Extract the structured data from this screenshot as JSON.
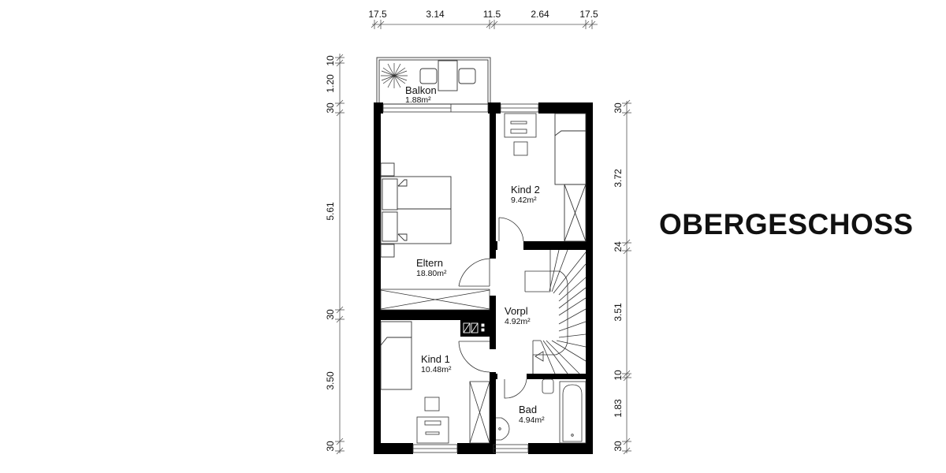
{
  "title": "OBERGESCHOSS",
  "dimensions": {
    "top": [
      "17.5",
      "3.14",
      "11.5",
      "2.64",
      "17.5"
    ],
    "left": [
      "10",
      "1.20",
      "30",
      "5.61",
      "30",
      "3.50",
      "30"
    ],
    "right": [
      "30",
      "3.72",
      "24",
      "3.51",
      "10",
      "1.83",
      "30"
    ]
  },
  "rooms": {
    "balkon": {
      "name": "Balkon",
      "area": "1.88m²"
    },
    "eltern": {
      "name": "Eltern",
      "area": "18.80m²"
    },
    "kind2": {
      "name": "Kind 2",
      "area": "9.42m²"
    },
    "vorpl": {
      "name": "Vorpl",
      "area": "4.92m²"
    },
    "kind1": {
      "name": "Kind 1",
      "area": "10.48m²"
    },
    "bad": {
      "name": "Bad",
      "area": "4.94m²"
    }
  },
  "colors": {
    "wall": "#000000",
    "line": "#333333",
    "background": "#ffffff"
  }
}
